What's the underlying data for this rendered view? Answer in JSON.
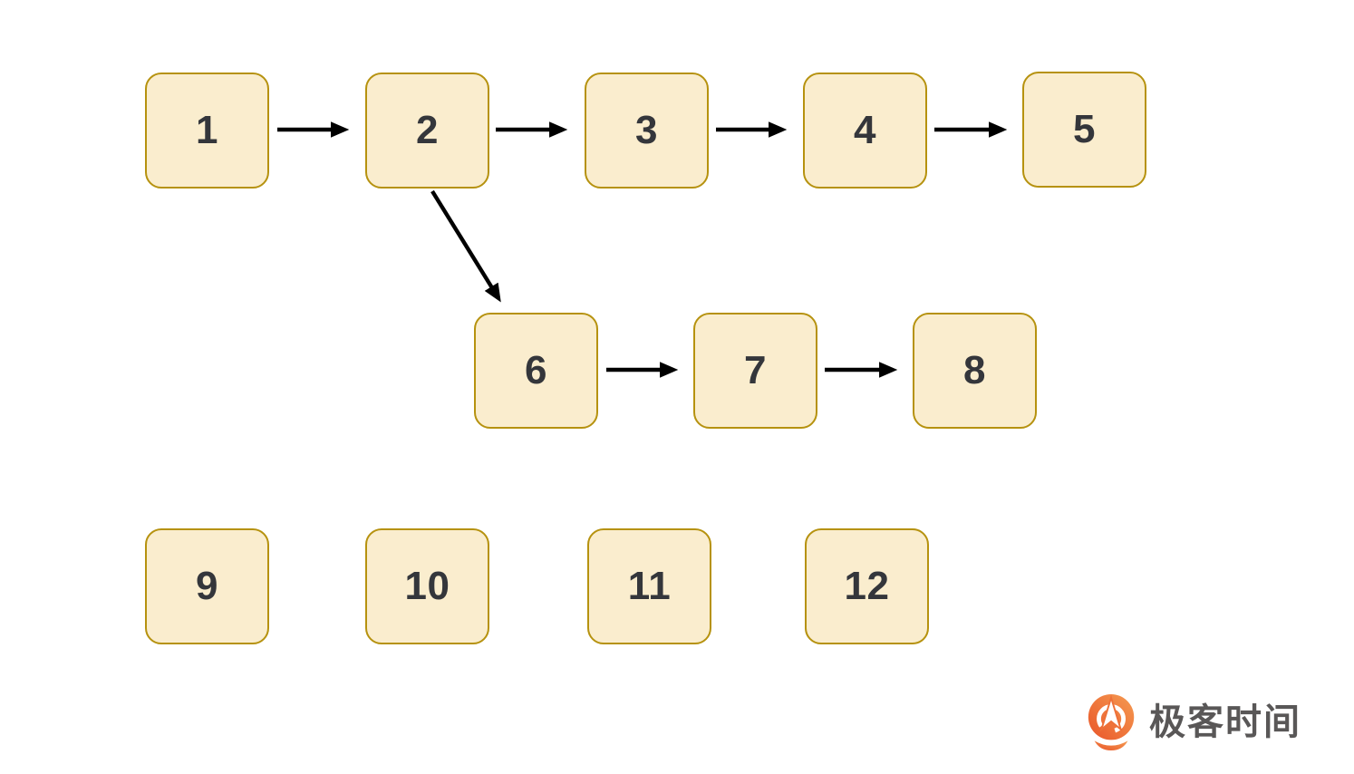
{
  "diagram": {
    "title": "linked-list-nodes",
    "nodes": [
      {
        "id": "1",
        "label": "1"
      },
      {
        "id": "2",
        "label": "2"
      },
      {
        "id": "3",
        "label": "3"
      },
      {
        "id": "4",
        "label": "4"
      },
      {
        "id": "5",
        "label": "5"
      },
      {
        "id": "6",
        "label": "6"
      },
      {
        "id": "7",
        "label": "7"
      },
      {
        "id": "8",
        "label": "8"
      },
      {
        "id": "9",
        "label": "9"
      },
      {
        "id": "10",
        "label": "10"
      },
      {
        "id": "11",
        "label": "11"
      },
      {
        "id": "12",
        "label": "12"
      }
    ],
    "edges": [
      {
        "from": "1",
        "to": "2"
      },
      {
        "from": "2",
        "to": "3"
      },
      {
        "from": "3",
        "to": "4"
      },
      {
        "from": "4",
        "to": "5"
      },
      {
        "from": "2",
        "to": "6"
      },
      {
        "from": "6",
        "to": "7"
      },
      {
        "from": "7",
        "to": "8"
      }
    ],
    "colors": {
      "node_fill": "#FAEDCE",
      "node_border": "#B6920F",
      "node_text": "#34363B",
      "arrow": "#000000",
      "background": "#FFFFFF"
    }
  },
  "logo": {
    "text": "极客时间",
    "icon": "geektime-pin-icon",
    "text_color": "#595757",
    "icon_color_dark": "#E9562A",
    "icon_color_light": "#F59B51"
  }
}
